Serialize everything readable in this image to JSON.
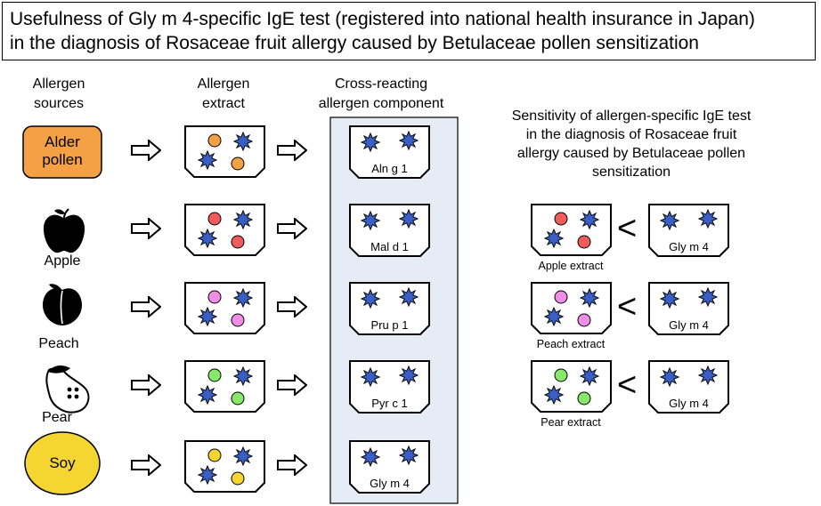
{
  "title": {
    "line1": "Usefulness of Gly m 4-specific IgE test (registered into national health insurance in Japan)",
    "line2": "in the diagnosis of Rosaceae fruit allergy caused by Betulaceae pollen sensitization"
  },
  "headers": {
    "sources_1": "Allergen",
    "sources_2": "sources",
    "extract_1": "Allergen",
    "extract_2": "extract",
    "component_1": "Cross-reacting",
    "component_2": "allergen component"
  },
  "sources": {
    "alder_1": "Alder",
    "alder_2": "pollen",
    "apple": "Apple",
    "peach": "Peach",
    "pear": "Pear",
    "soy": "Soy"
  },
  "components": [
    "Aln g 1",
    "Mal d 1",
    "Pru p 1",
    "Pyr c 1",
    "Gly m 4"
  ],
  "sensitivity": {
    "line1": "Sensitivity of allergen-specific IgE test",
    "line2": "in the diagnosis of Rosaceae fruit",
    "line3": "allergy caused by Betulaceae pollen",
    "line4": "sensitization",
    "rows": [
      {
        "caption": "Apple extract",
        "compare": "<",
        "component": "Gly m 4"
      },
      {
        "caption": "Peach extract",
        "compare": "<",
        "component": "Gly m 4"
      },
      {
        "caption": "Pear extract",
        "compare": "<",
        "component": "Gly m 4"
      }
    ]
  },
  "colors": {
    "alder": "#f4a045",
    "apple": "#f05b5b",
    "peach": "#f08ee6",
    "pear": "#88e86a",
    "soy": "#f5d630",
    "star": "#3a5fc4",
    "panel": "#e6ecf6"
  },
  "icons": [
    "apple-icon",
    "peach-icon",
    "pear-icon",
    "arrow-icon",
    "allergen-star-icon"
  ]
}
